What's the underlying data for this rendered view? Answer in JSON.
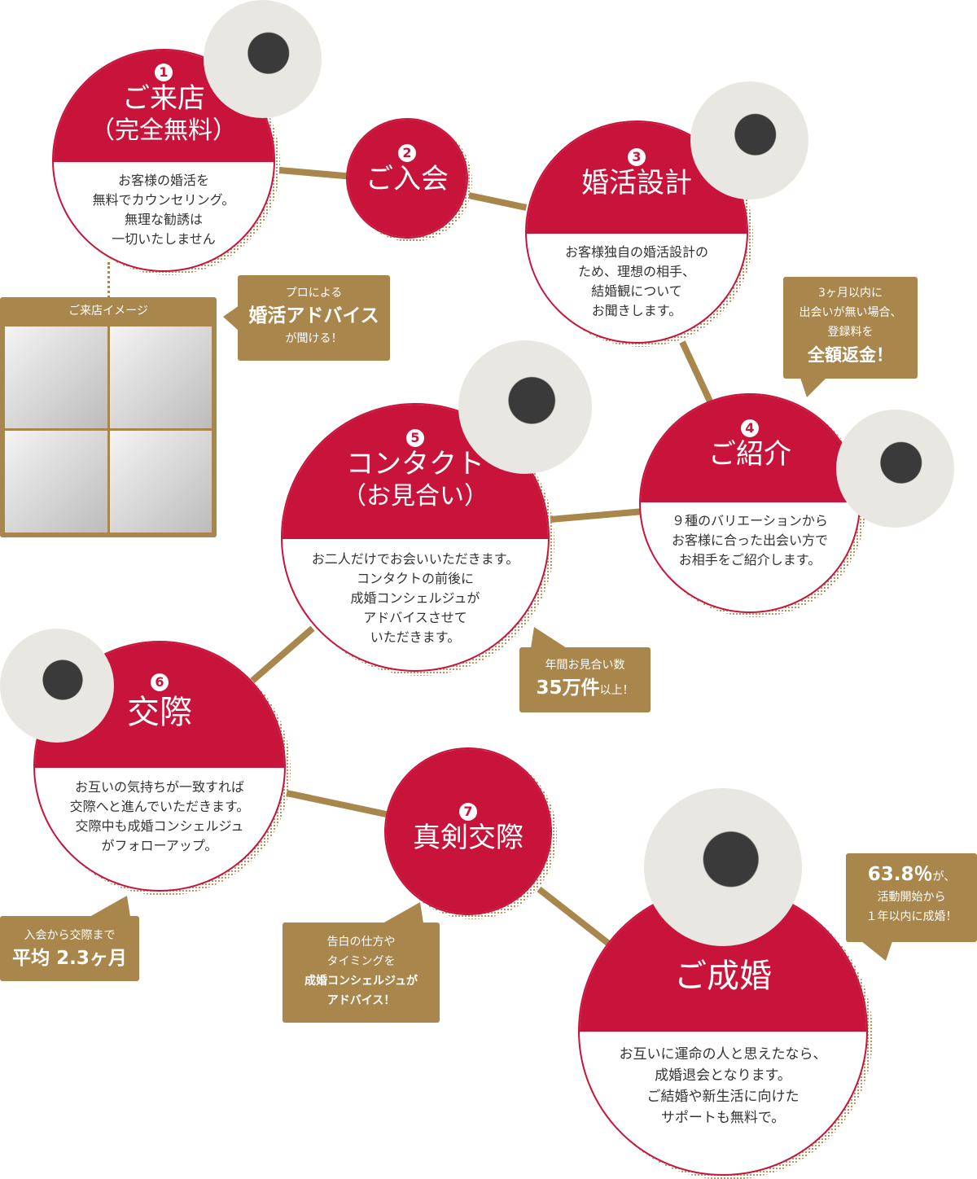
{
  "steps": [
    {
      "num": "1",
      "title": "ご来店",
      "sub": "（完全無料）",
      "body": "お客様の婚活を\n無料でカウンセリング。\n無理な勧誘は\n一切いたしません"
    },
    {
      "num": "2",
      "title": "ご入会"
    },
    {
      "num": "3",
      "title": "婚活設計",
      "body": "お客様独自の婚活設計の\nため、理想の相手、\n結婚観について\nお聞きします。"
    },
    {
      "num": "4",
      "title": "ご紹介",
      "body": "９種のバリエーションから\nお客様に合った出会い方で\nお相手をご紹介します。"
    },
    {
      "num": "5",
      "title": "コンタクト",
      "sub": "（お見合い）",
      "body": "お二人だけでお会いいただきます。\nコンタクトの前後に\n成婚コンシェルジュが\nアドバイスさせて\nいただきます。"
    },
    {
      "num": "6",
      "title": "交際",
      "body": "お互いの気持ちが一致すれば\n交際へと進んでいただきます。\n交際中も成婚コンシェルジュ\nがフォローアップ。"
    },
    {
      "num": "7",
      "title": "真剣交際"
    },
    {
      "title": "ご成婚",
      "body": "お互いに運命の人と思えたなら、\n成婚退会となります。\nご結婚や新生活に向けた\nサポートも無料で。"
    }
  ],
  "gallery": {
    "caption": "ご来店イメージ"
  },
  "callouts": {
    "advice": {
      "l1": "プロによる",
      "big": "婚活アドバイス",
      "l2": "が聞ける！"
    },
    "refund": {
      "l1": "3ヶ月以内に",
      "l2": "出会いが無い場合、",
      "l3": "登録料を",
      "big": "全額返金！"
    },
    "meetings": {
      "l1": "年間お見合い数",
      "big": "35万件",
      "small": "以上！"
    },
    "average": {
      "l1": "入会から交際まで",
      "big": "平均 2.3ヶ月"
    },
    "confession": {
      "l1": "告白の仕方や",
      "l2": "タイミングを",
      "b1": "成婚コンシェルジュが",
      "b2": "アドバイス！"
    },
    "rate": {
      "big": "63.8％",
      "small": "が、",
      "l1": "活動開始から",
      "l2": "１年以内に成婚！"
    }
  },
  "colors": {
    "red": "#c8133a",
    "gold": "#a8864c"
  }
}
